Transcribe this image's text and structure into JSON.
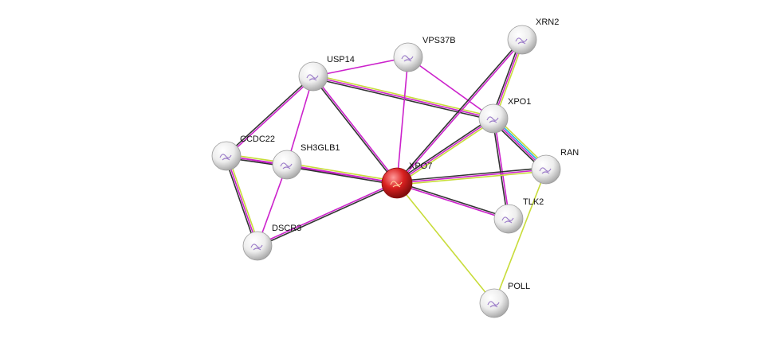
{
  "colors": {
    "textmining": "#c8dc3a",
    "experiments": "#cc22cc",
    "coexpression": "#333333",
    "database": "#20b0e0",
    "node_fill": "#f4f4f4",
    "node_query": "#d92020"
  },
  "nodes": [
    {
      "id": "XPO7",
      "label": "XPO7",
      "query": true
    },
    {
      "id": "USP14",
      "label": "USP14"
    },
    {
      "id": "VPS37B",
      "label": "VPS37B"
    },
    {
      "id": "XRN2",
      "label": "XRN2"
    },
    {
      "id": "XPO1",
      "label": "XPO1"
    },
    {
      "id": "RAN",
      "label": "RAN"
    },
    {
      "id": "TLK2",
      "label": "TLK2"
    },
    {
      "id": "POLL",
      "label": "POLL"
    },
    {
      "id": "CCDC22",
      "label": "CCDC22"
    },
    {
      "id": "SH3GLB1",
      "label": "SH3GLB1"
    },
    {
      "id": "DSCR3",
      "label": "DSCR3"
    }
  ],
  "edges": [
    {
      "a": "USP14",
      "b": "VPS37B",
      "types": [
        "experiments"
      ]
    },
    {
      "a": "USP14",
      "b": "XPO1",
      "types": [
        "textmining",
        "experiments",
        "coexpression"
      ]
    },
    {
      "a": "USP14",
      "b": "XPO7",
      "types": [
        "experiments",
        "coexpression"
      ]
    },
    {
      "a": "USP14",
      "b": "CCDC22",
      "types": [
        "experiments",
        "coexpression"
      ]
    },
    {
      "a": "USP14",
      "b": "SH3GLB1",
      "types": [
        "experiments"
      ]
    },
    {
      "a": "VPS37B",
      "b": "XPO7",
      "types": [
        "experiments"
      ]
    },
    {
      "a": "VPS37B",
      "b": "XPO1",
      "types": [
        "experiments"
      ]
    },
    {
      "a": "XRN2",
      "b": "XPO1",
      "types": [
        "textmining",
        "experiments",
        "coexpression"
      ]
    },
    {
      "a": "XRN2",
      "b": "XPO7",
      "types": [
        "experiments",
        "coexpression"
      ]
    },
    {
      "a": "XPO1",
      "b": "XPO7",
      "types": [
        "textmining",
        "experiments",
        "coexpression"
      ]
    },
    {
      "a": "XPO1",
      "b": "RAN",
      "types": [
        "textmining",
        "database",
        "experiments",
        "coexpression"
      ]
    },
    {
      "a": "XPO1",
      "b": "TLK2",
      "types": [
        "experiments",
        "coexpression"
      ]
    },
    {
      "a": "RAN",
      "b": "XPO7",
      "types": [
        "textmining",
        "experiments",
        "coexpression"
      ]
    },
    {
      "a": "RAN",
      "b": "POLL",
      "types": [
        "textmining"
      ]
    },
    {
      "a": "TLK2",
      "b": "XPO7",
      "types": [
        "experiments",
        "coexpression"
      ]
    },
    {
      "a": "POLL",
      "b": "XPO7",
      "types": [
        "textmining"
      ]
    },
    {
      "a": "CCDC22",
      "b": "SH3GLB1",
      "types": [
        "textmining",
        "experiments",
        "coexpression"
      ]
    },
    {
      "a": "CCDC22",
      "b": "XPO7",
      "types": [
        "experiments"
      ]
    },
    {
      "a": "CCDC22",
      "b": "DSCR3",
      "types": [
        "textmining",
        "experiments",
        "coexpression"
      ]
    },
    {
      "a": "SH3GLB1",
      "b": "XPO7",
      "types": [
        "textmining",
        "experiments",
        "coexpression"
      ]
    },
    {
      "a": "SH3GLB1",
      "b": "DSCR3",
      "types": [
        "experiments"
      ]
    },
    {
      "a": "DSCR3",
      "b": "XPO7",
      "types": [
        "experiments",
        "coexpression"
      ]
    }
  ]
}
